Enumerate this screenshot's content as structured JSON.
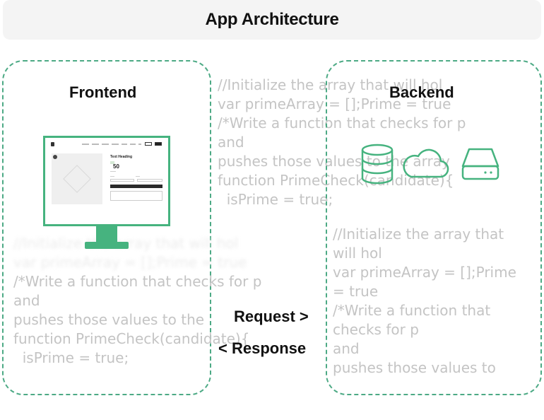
{
  "title": "App Architecture",
  "frontend": {
    "label": "Frontend",
    "preview": {
      "heading": "Text Heading",
      "price": "50"
    },
    "code_lines": [
      "//Initialize the array that will hol",
      "var primeArray = [];Prime = true",
      "/*Write a function that checks for p",
      "and",
      "pushes those values to the",
      "function PrimeCheck(candidate){",
      "  isPrime = true;"
    ]
  },
  "middle": {
    "code_lines": [
      "//Initialize the array that will hol",
      "var primeArray = [];Prime = true",
      "/*Write a function that checks for p",
      "and",
      "pushes those values to the array",
      "function PrimeCheck(candidate){",
      "  isPrime = true;"
    ]
  },
  "backend": {
    "label": "Backend",
    "icons": [
      "database-icon",
      "cloud-icon",
      "server-icon"
    ],
    "code_lines": [
      "//Initialize the array that",
      "will hol",
      "var primeArray = [];Prime",
      "= true",
      "/*Write a function that",
      "checks for p",
      "and",
      "pushes those values to"
    ]
  },
  "flow": {
    "request": "Request >",
    "response": "< Response"
  },
  "colors": {
    "accent": "#46b37f",
    "dashed_border": "#4daa85",
    "title_bg": "#f4f4f4",
    "code_text": "#c4c4c4"
  }
}
